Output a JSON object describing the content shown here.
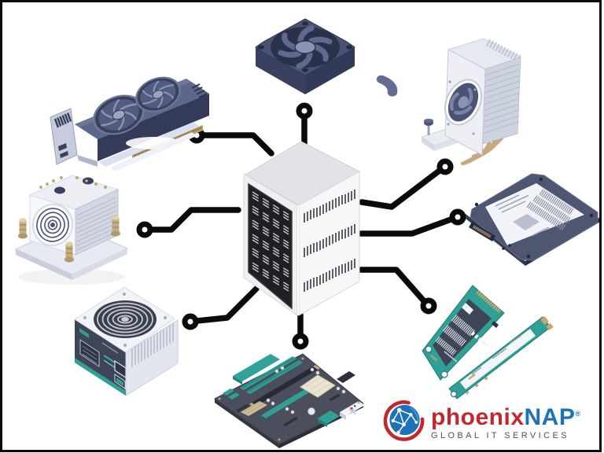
{
  "meta": {
    "description": "Isometric illustration of computer hardware components connected by circuit traces to a central server tower",
    "background": "#ffffff",
    "border_color": "#0a0a0a"
  },
  "diagram": {
    "center_component": "server-tower",
    "components": [
      "graphics-card",
      "case-fan",
      "cpu-air-cooler",
      "ssd-2-5-inch",
      "m2-ssd-cards",
      "motherboard",
      "power-supply-unit",
      "boxed-cpu-cooler"
    ],
    "trace_color": "#0a0a0a",
    "accent_teal": "#2fa096",
    "slate_dark": "#39415e",
    "metal_light": "#edeff5"
  },
  "logo": {
    "brand_primary": "phoenix",
    "brand_secondary": "NAP",
    "registered_mark": "®",
    "tagline": "GLOBAL IT SERVICES",
    "colors": {
      "primary_red": "#c2282e",
      "brand_blue": "#1c72b7",
      "tagline_gray": "#4f5052"
    }
  }
}
